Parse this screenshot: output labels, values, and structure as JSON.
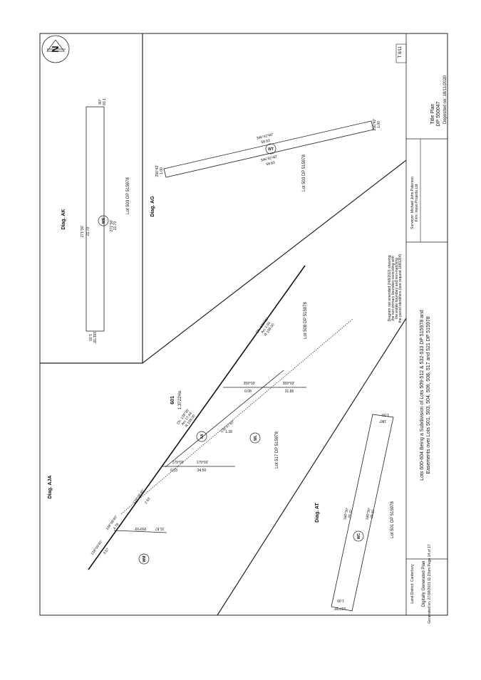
{
  "sheet_ref": "T 8/11",
  "title_block": {
    "title_line1": "Title Plan",
    "title_line2": "DP 550047",
    "deposited": "Deposited on: 18/11/2020",
    "surveyor": "Surveyor: Michael John Paterson",
    "firm": "Firm: Inovo Projects Ltd",
    "description_line1": "Lots 600-604 Being a Subdivision of Lots 509-512 & 532-533 DP 515978 and",
    "description_line2": "Easements over Lots 501, 503, 504, 506, 508, 517 and 521 DP 515978",
    "land_district": "Land District: Canterbury",
    "generated_title": "Digitally Generated Plan",
    "generated_note": "Generated on: 27/08/2021 11:23am Page 14 of 17",
    "diagram_note": [
      "Diagram not amended 24/8/2021 showing",
      "the non-primary boundary coinciding with",
      "the estate boundary and non-matching",
      "the parcel identifiers (see request 1883264)"
    ]
  },
  "diagrams": {
    "ak": {
      "label": "Diag. AK",
      "easement": "WR",
      "lot": "Lot 503 DP 515978",
      "top_bearing": "90°",
      "top_dist": "60.1",
      "bottom_bearing": "181°30'",
      "bottom_dist": "1.00",
      "left_bearing": "271°30'",
      "left_dist": "21.70",
      "right_bearing": "271°30'",
      "right_dist": "21.70"
    },
    "ag": {
      "label": "Diag. AG",
      "easement": "WT",
      "lot": "Lot 503 DP 515978",
      "top_bearing": "346°42'40\"",
      "top_dist": "58.83",
      "bottom_bearing": "346°42'40\"",
      "bottom_dist": "58.83",
      "left_bearing": "256°42'",
      "left_dist": "1.00",
      "right_bearing": "256°42'",
      "right_dist": "1.00"
    },
    "aja": {
      "label": "Diag. AJA",
      "lot_no": "601",
      "area": "1.3722Ha",
      "easement_xa": "XA",
      "easement_wl": "WL",
      "easement_wm": "WM",
      "lot_508": "Lot 508 DP 515978",
      "lot_517": "Lot 517 DP 515978",
      "arc1": "Ch. 139°05'",
      "arc1_b": "Arc 1.00",
      "arc1_c": "R 199.00",
      "arc2": "Ch. 139°35'",
      "arc2_b": "Arc 17.44",
      "arc2_c": "R 199.00",
      "b1": "359°03'",
      "d1": "0.08",
      "b2": "359°03'",
      "d2": "31.86",
      "b3": "139°07'40\"",
      "d3": "1.38",
      "b4": "179°03'",
      "d4": "0.03",
      "b5": "179°03'",
      "d5": "34.50",
      "b6": "139°06'40\"",
      "d6": "2.63",
      "b7": "139°06'40\"",
      "d7": "4.76",
      "b8": "359°03'",
      "d8": "31.87",
      "b9": "139°09'40\"",
      "d9": "3.57"
    },
    "at": {
      "label": "Diag. AT",
      "easement": "WC",
      "lot": "Lot 501 DP 515978",
      "top_bearing": "180°",
      "top_dist": "1.00",
      "bottom_bearing": "137°30'",
      "bottom_dist": "1.00",
      "left_bearing": "180°30'",
      "left_dist": "25.37",
      "right_bearing": "180°30'",
      "right_dist": "25.37",
      "end_bearing": "137°30'",
      "end_dist": "1.00"
    }
  },
  "north_symbol": "N"
}
